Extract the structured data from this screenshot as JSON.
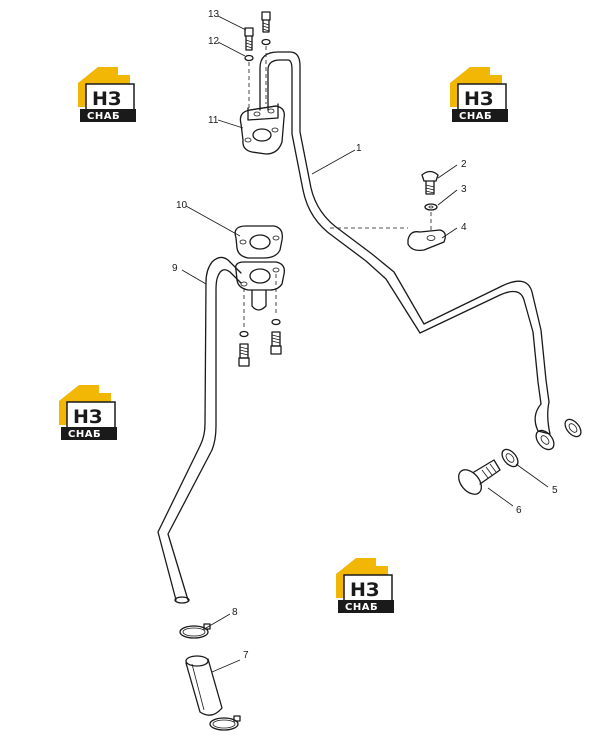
{
  "diagram": {
    "callouts": [
      {
        "id": "p1",
        "label": "1"
      },
      {
        "id": "p2",
        "label": "2"
      },
      {
        "id": "p3",
        "label": "3"
      },
      {
        "id": "p4",
        "label": "4"
      },
      {
        "id": "p5",
        "label": "5"
      },
      {
        "id": "p6",
        "label": "6"
      },
      {
        "id": "p7",
        "label": "7"
      },
      {
        "id": "p8",
        "label": "8"
      },
      {
        "id": "p9",
        "label": "9"
      },
      {
        "id": "p10",
        "label": "10"
      },
      {
        "id": "p11",
        "label": "11"
      },
      {
        "id": "p12",
        "label": "12"
      },
      {
        "id": "p13",
        "label": "13"
      }
    ]
  },
  "watermark": {
    "mark": "НЗ",
    "word": "СНАБ",
    "accent_color": "#f2b705",
    "dark_color": "#1a1a1a"
  }
}
